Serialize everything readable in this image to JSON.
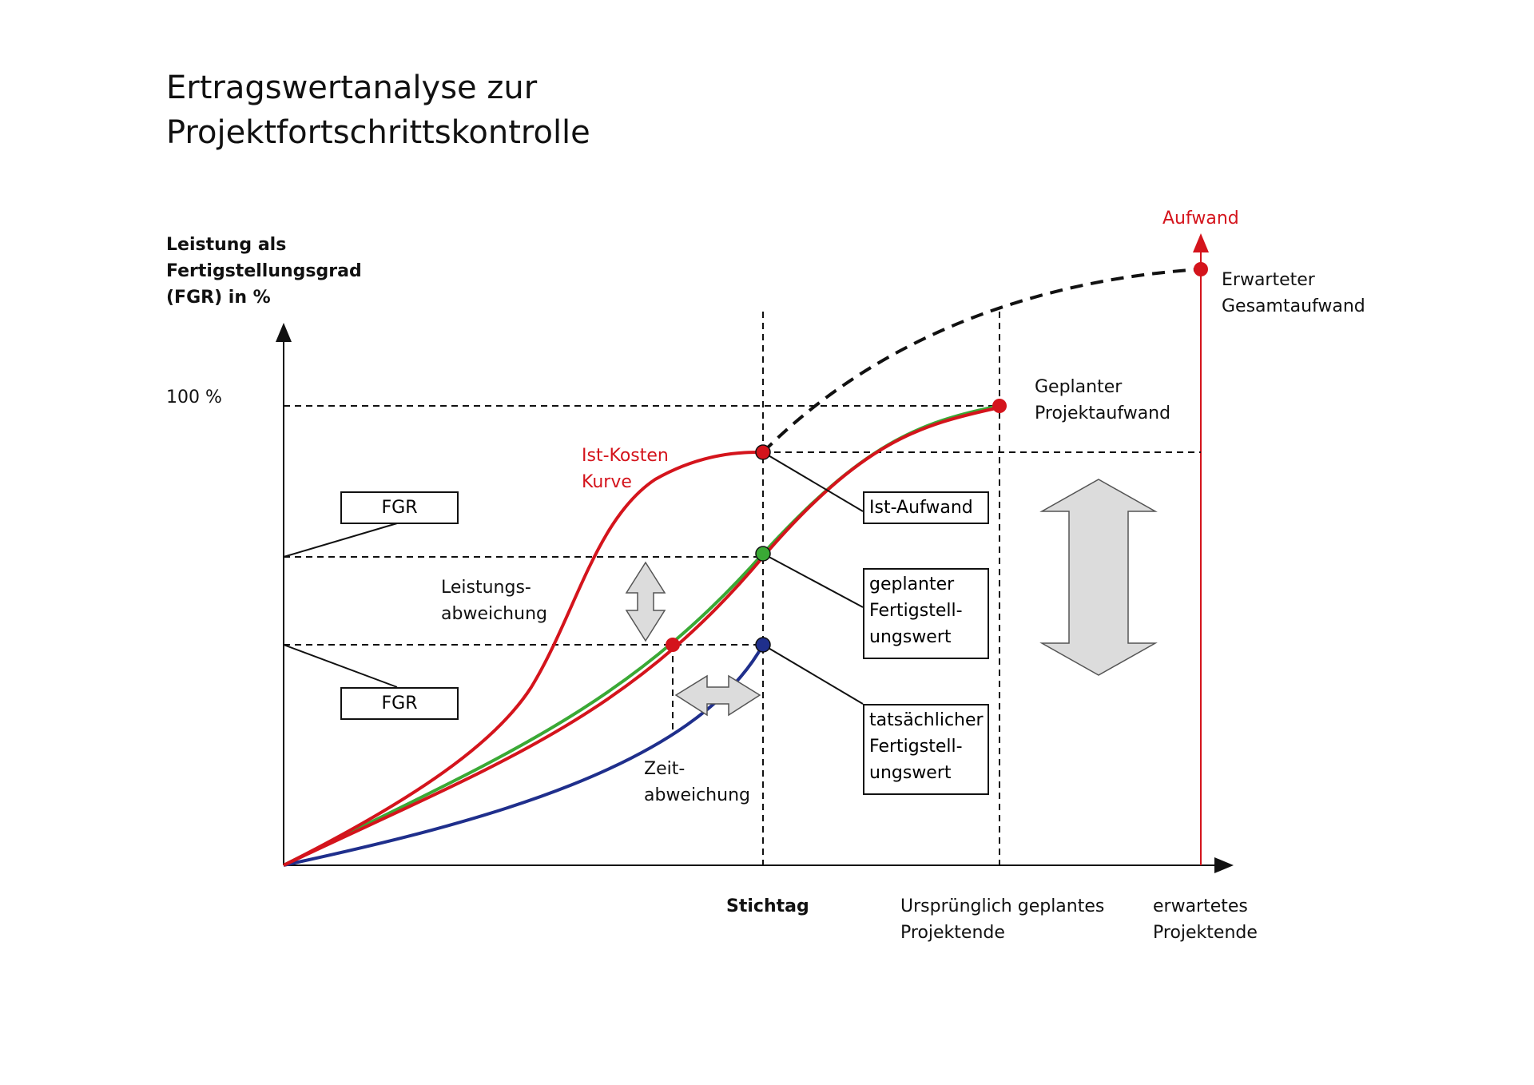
{
  "title": {
    "line1": "Ertragswertanalyse zur",
    "line2": "Projektfortschrittskontrolle"
  },
  "y_axis": {
    "line1": "Leistung als",
    "line2": "Fertigstellungsgrad",
    "line3": "(FGR) in %",
    "tick_100": "100 %"
  },
  "x_axis": {
    "stichtag": "Stichtag",
    "planned_end_line1": "Ursprünglich geplantes",
    "planned_end_line2": "Projektende",
    "expected_end_line1": "erwartetes",
    "expected_end_line2": "Projektende"
  },
  "right_axis": {
    "label": "Aufwand",
    "expected_total_line1": "Erwarteter",
    "expected_total_line2": "Gesamtaufwand"
  },
  "labels": {
    "ist_kosten_line1": "Ist-Kosten",
    "ist_kosten_line2": "Kurve",
    "leistung_line1": "Leistungs-",
    "leistung_line2": "abweichung",
    "zeit_line1": "Zeit-",
    "zeit_line2": "abweichung",
    "geplant_line1": "Geplanter",
    "geplant_line2": "Projektaufwand"
  },
  "boxes": {
    "fgr_top": "FGR",
    "fgr_bottom": "FGR",
    "ist_aufwand": "Ist-Aufwand",
    "geplanter_line1": "geplanter",
    "geplanter_line2": "Fertigstell-",
    "geplanter_line3": "ungswert",
    "tatsaechlich_line1": "tatsächlicher",
    "tatsaechlich_line2": "Fertigstell-",
    "tatsaechlich_line3": "ungswert"
  },
  "colors": {
    "actual_cost": "#d4141c",
    "planned_value": "#3aa935",
    "earned_value": "#1f2f8c",
    "arrow_fill": "#dcdcdc"
  }
}
